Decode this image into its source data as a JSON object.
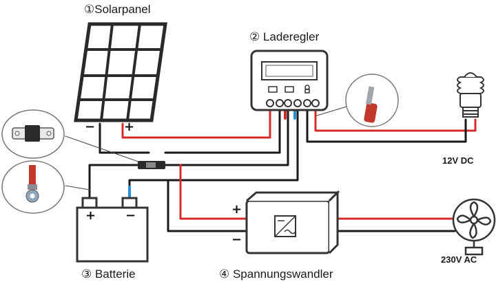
{
  "labels": {
    "solar_panel": "①Solarpanel",
    "charge_controller": "② Laderegler",
    "battery": "③ Batterie",
    "inverter": "④ Spannungswandler",
    "dc_load": "12V DC",
    "ac_load": "230V AC"
  },
  "symbols": {
    "plus": "+",
    "minus": "−"
  },
  "icons": {
    "panel": "solar-panel-icon",
    "controller": "charge-controller-icon",
    "battery": "battery-icon",
    "inverter": "inverter-icon",
    "bulb": "cfl-bulb-icon",
    "fan": "fan-icon",
    "fuse": "fuse-icon",
    "lug": "ring-terminal-icon",
    "ferrule": "ferrule-icon"
  },
  "colors": {
    "positive_wire": "#d42a2a",
    "negative_wire": "#1a1a1a",
    "negative_marker": "#2a8fd4",
    "panel_frame": "#2a2a2a",
    "device_outline": "#333333"
  }
}
